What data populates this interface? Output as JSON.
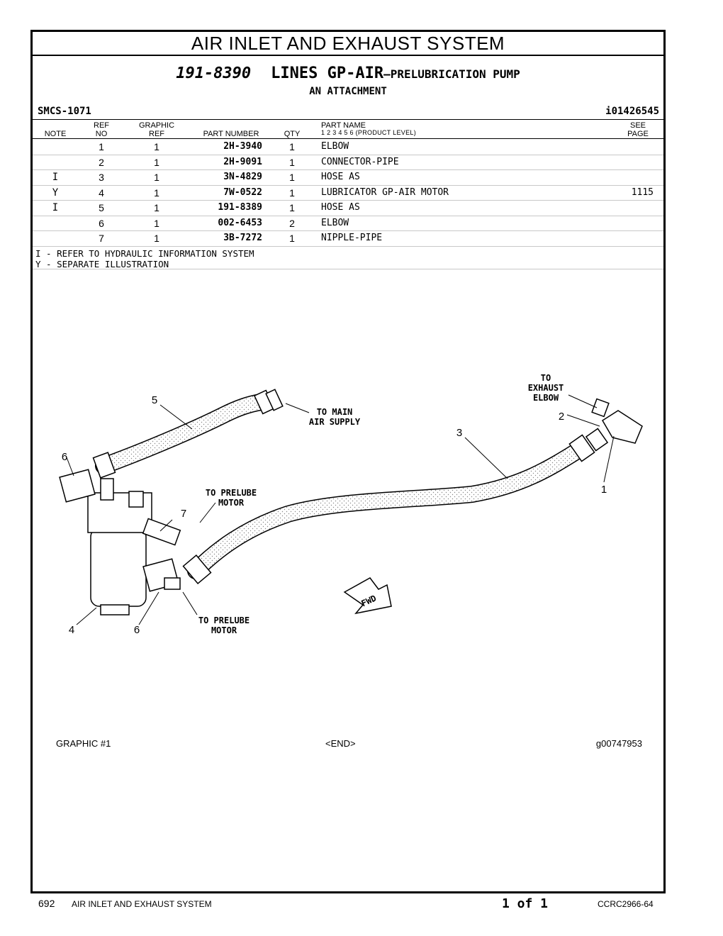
{
  "section_title": "AIR INLET AND EXHAUST SYSTEM",
  "header": {
    "part_number": "191-8390",
    "title_main": "LINES GP-AIR",
    "title_sub": "—PRELUBRICATION PUMP",
    "attachment": "AN ATTACHMENT",
    "smcs": "SMCS-1071",
    "doc_id": "i01426545"
  },
  "columns": {
    "note": "NOTE",
    "ref_no": "REF\nNO",
    "graphic_ref": "GRAPHIC\nREF",
    "part_number": "PART NUMBER",
    "qty": "QTY",
    "part_name": "PART NAME",
    "product_level": "1   2   3   4   5   6   (PRODUCT LEVEL)",
    "see_page": "SEE\nPAGE"
  },
  "parts": [
    {
      "note": "",
      "ref": "1",
      "gref": "1",
      "pn": "2H-3940",
      "qty": "1",
      "name": "ELBOW",
      "see": ""
    },
    {
      "note": "",
      "ref": "2",
      "gref": "1",
      "pn": "2H-9091",
      "qty": "1",
      "name": "CONNECTOR-PIPE",
      "see": ""
    },
    {
      "note": "I",
      "ref": "3",
      "gref": "1",
      "pn": "3N-4829",
      "qty": "1",
      "name": "HOSE AS",
      "see": ""
    },
    {
      "note": "Y",
      "ref": "4",
      "gref": "1",
      "pn": "7W-0522",
      "qty": "1",
      "name": "LUBRICATOR GP-AIR MOTOR",
      "see": "1115"
    },
    {
      "note": "I",
      "ref": "5",
      "gref": "1",
      "pn": "191-8389",
      "qty": "1",
      "name": "HOSE AS",
      "see": ""
    },
    {
      "note": "",
      "ref": "6",
      "gref": "1",
      "pn": "002-6453",
      "qty": "2",
      "name": "ELBOW",
      "see": ""
    },
    {
      "note": "",
      "ref": "7",
      "gref": "1",
      "pn": "3B-7272",
      "qty": "1",
      "name": "NIPPLE-PIPE",
      "see": ""
    }
  ],
  "notes": [
    "I - REFER TO HYDRAULIC INFORMATION SYSTEM",
    "Y - SEPARATE ILLUSTRATION"
  ],
  "illustration": {
    "callouts": {
      "to_exhaust_1": "TO",
      "to_exhaust_2": "EXHAUST",
      "to_exhaust_3": "ELBOW",
      "to_main_1": "TO MAIN",
      "to_main_2": "AIR SUPPLY",
      "to_prelube_top_1": "TO PRELUBE",
      "to_prelube_top_2": "MOTOR",
      "to_prelube_bot_1": "TO PRELUBE",
      "to_prelube_bot_2": "MOTOR",
      "fwd": "FWD"
    },
    "numbers": {
      "n1": "1",
      "n2": "2",
      "n3": "3",
      "n4": "4",
      "n5": "5",
      "n6a": "6",
      "n6b": "6",
      "n7": "7"
    }
  },
  "graphic_label": "GRAPHIC #1",
  "end_label": "<END>",
  "graphic_id": "g00747953",
  "footer": {
    "page_number": "692",
    "section": "AIR INLET AND EXHAUST SYSTEM",
    "page_of": "1 of 1",
    "doc_code": "CCRC2966-64"
  }
}
